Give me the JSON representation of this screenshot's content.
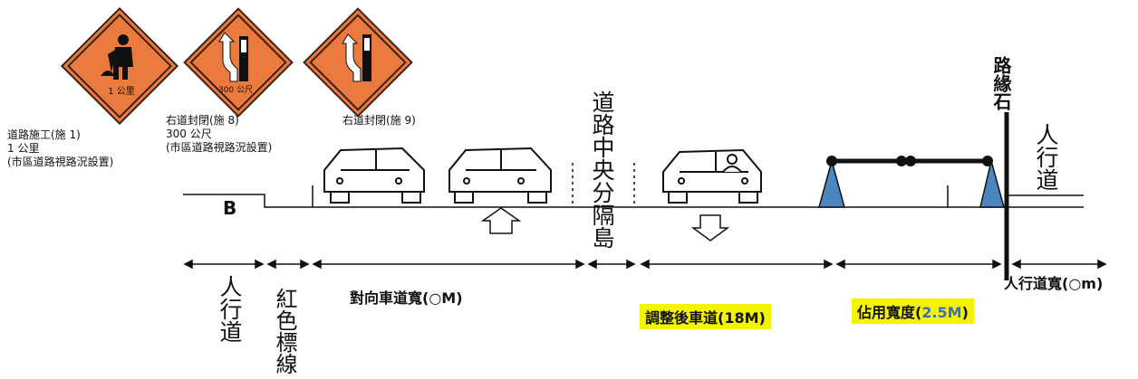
{
  "colors": {
    "sign_orange": "#ea7a3e",
    "cone_blue": "#4a86c0",
    "highlight_yellow": "#f4f400",
    "ink": "#111111"
  },
  "signs": [
    {
      "icon": "road-work-sign-icon",
      "inner_text": "1 公里",
      "caption": [
        "道路施工(施 1)",
        "1 公里",
        "(市區道路視路況設置)"
      ]
    },
    {
      "icon": "right-lane-closed-sign-icon",
      "inner_text": "300 公尺",
      "caption": [
        "右道封閉(施 8)",
        "300 公尺",
        "(市區道路視路況設置)"
      ]
    },
    {
      "icon": "right-lane-closed-sign-icon",
      "caption": [
        "右道封閉(施 9)"
      ]
    }
  ],
  "point_label": "B",
  "median_label": "道路中央分隔島",
  "curb_label": "路緣石",
  "sidewalk_label": "人行道",
  "dimensions": {
    "sidewalk": "人行道",
    "red_line": "紅色標線",
    "opposite_lane": "對向車道寬(○M)",
    "adjusted_lane": "調整後車道(18M)",
    "occupied_width_prefix": "佔用寬度(",
    "occupied_width_value": "2.5M",
    "occupied_width_suffix": ")",
    "sidewalk_width": "人行道寬(○m)"
  }
}
